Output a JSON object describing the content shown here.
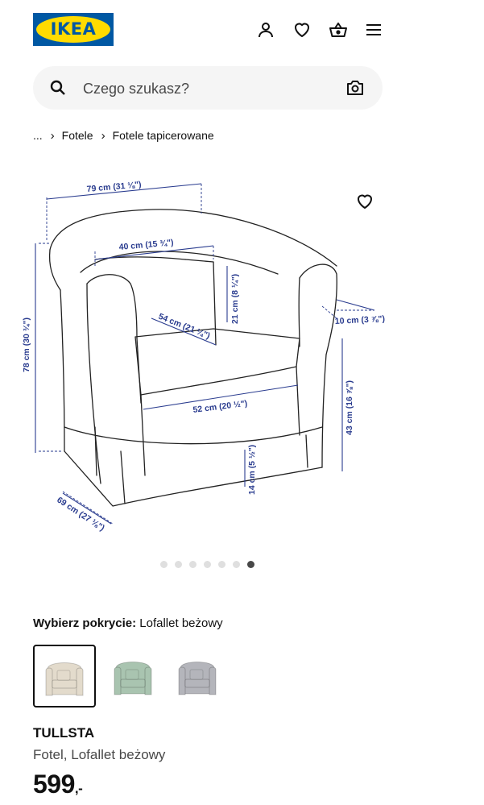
{
  "header": {
    "logo_text": "IKEA",
    "icons": [
      "user-icon",
      "heart-icon",
      "basket-icon",
      "menu-icon"
    ]
  },
  "search": {
    "placeholder": "Czego szukasz?",
    "icons": [
      "search-icon",
      "camera-icon"
    ]
  },
  "breadcrumb": {
    "items": [
      "...",
      "Fotele",
      "Fotele tapicerowane"
    ]
  },
  "gallery": {
    "dimensions": [
      "79 cm (31 ⅛\")",
      "40 cm (15 ¾\")",
      "21 cm (8 ¼\")",
      "54 cm (21 ¼\")",
      "10 cm (3 ⅞\")",
      "78 cm (30 ¾\")",
      "52 cm (20 ½\")",
      "43 cm (16 ⅞\")",
      "14 cm (5 ½\")",
      "69 cm (27 ⅛\")"
    ],
    "image_count": 7,
    "active_index": 6
  },
  "cover": {
    "label": "Wybierz pokrycie:",
    "value": "Lofallet beżowy",
    "swatches": [
      {
        "color": "#e3dbcc",
        "selected": true
      },
      {
        "color": "#a9c4b0",
        "selected": false
      },
      {
        "color": "#b4b5bb",
        "selected": false
      }
    ]
  },
  "product": {
    "name": "TULLSTA",
    "description": "Fotel, Lofallet beżowy",
    "price": "599",
    "price_suffix": ",-"
  },
  "colors": {
    "ikea_blue": "#0058A3",
    "ikea_yellow": "#FFDB00",
    "dimension_blue": "#2a3c8f"
  }
}
